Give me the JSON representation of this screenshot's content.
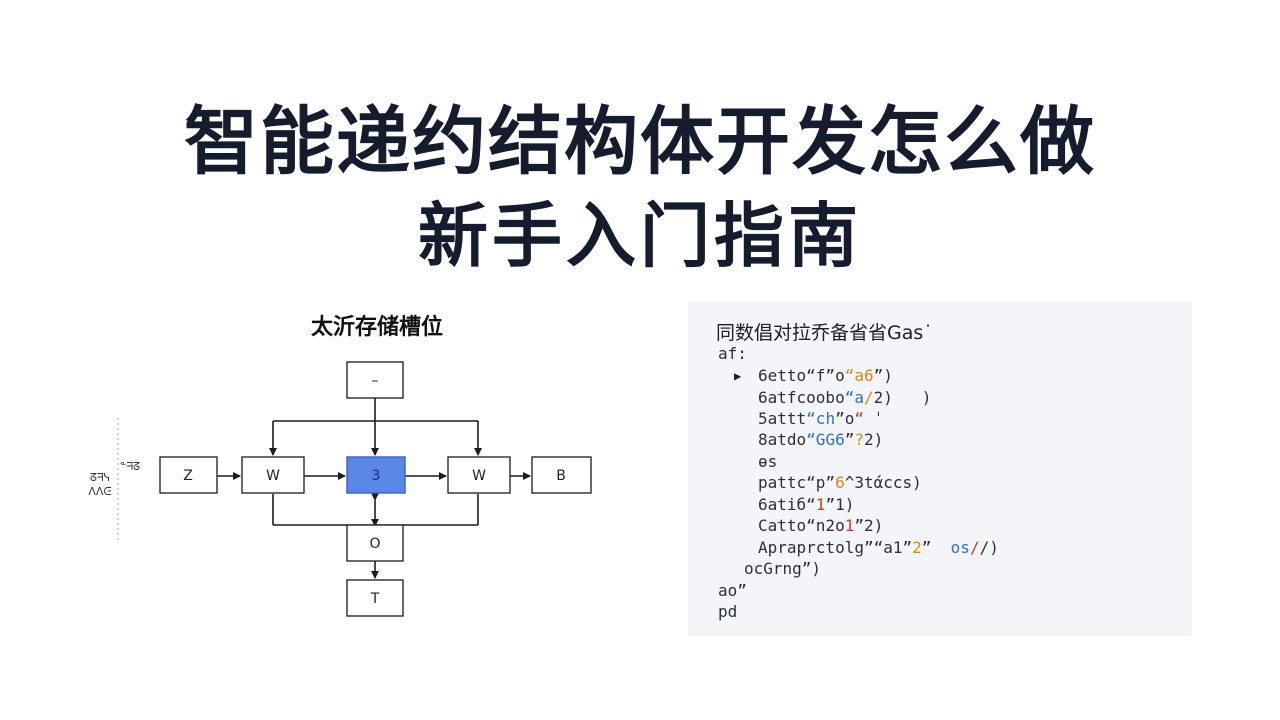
{
  "title": {
    "line1": "智能递约结构体开发怎么做",
    "line2": "新手入门指南"
  },
  "diagram": {
    "title": "太沂存储槽位",
    "side_labels": [
      "ᘔᖷᓭ",
      "ᐱᐱᕮ",
      "ᓐᖷᘔ"
    ],
    "nodes": {
      "top": "–",
      "left": "Z",
      "left_mid": "W",
      "center": "3",
      "right_mid": "W",
      "right": "B",
      "bottom1": "O",
      "bottom2": "T"
    },
    "colors": {
      "center_fill": "#5a86e6",
      "center_stroke": "#3a63c4",
      "node_stroke": "#2a2a2a"
    }
  },
  "code": {
    "header": "同数倡对拉乔备省省Gas˙",
    "lines": [
      {
        "parts": [
          {
            "t": "af:"
          }
        ]
      },
      {
        "marker": "▶",
        "parts": [
          {
            "t": "6etto“f”o"
          },
          {
            "t": "“a6",
            "c": "orange"
          },
          {
            "t": "”)"
          }
        ]
      },
      {
        "parts": [
          {
            "t": "6atfcoobo"
          },
          {
            "t": "“a",
            "c": "blue"
          },
          {
            "t": "/",
            "c": "orange"
          },
          {
            "t": "2)   )"
          }
        ]
      },
      {
        "parts": [
          {
            "t": "5attt"
          },
          {
            "t": "“ch",
            "c": "blue"
          },
          {
            "t": "”o"
          },
          {
            "t": "“",
            "c": "red"
          },
          {
            "t": " ˈ"
          }
        ]
      },
      {
        "parts": [
          {
            "t": "8atdo"
          },
          {
            "t": "“GG6",
            "c": "blue"
          },
          {
            "t": "”"
          },
          {
            "t": "?",
            "c": "orange"
          },
          {
            "t": "2)"
          }
        ]
      },
      {
        "parts": [
          {
            "t": "ѳs"
          }
        ]
      },
      {
        "parts": [
          {
            "t": "pattc“p”"
          },
          {
            "t": "6",
            "c": "orange"
          },
          {
            "t": "^3tάccs)"
          }
        ]
      },
      {
        "parts": [
          {
            "t": "6atiб“"
          },
          {
            "t": "1",
            "c": "red"
          },
          {
            "t": "”1)"
          }
        ]
      },
      {
        "parts": [
          {
            "t": "Catto“n2o"
          },
          {
            "t": "1",
            "c": "red"
          },
          {
            "t": "”2)"
          }
        ]
      },
      {
        "parts": [
          {
            "t": "Apraprctolg”“a1”"
          },
          {
            "t": "2",
            "c": "orange"
          },
          {
            "t": "”  "
          },
          {
            "t": "os",
            "c": "blue"
          },
          {
            "t": "/",
            "c": "red"
          },
          {
            "t": "/)"
          }
        ]
      },
      {
        "parts": [
          {
            "t": "ocGrng”)"
          }
        ]
      },
      {
        "parts": [
          {
            "t": "ao”"
          }
        ]
      },
      {
        "parts": [
          {
            "t": "pd"
          }
        ]
      }
    ]
  }
}
